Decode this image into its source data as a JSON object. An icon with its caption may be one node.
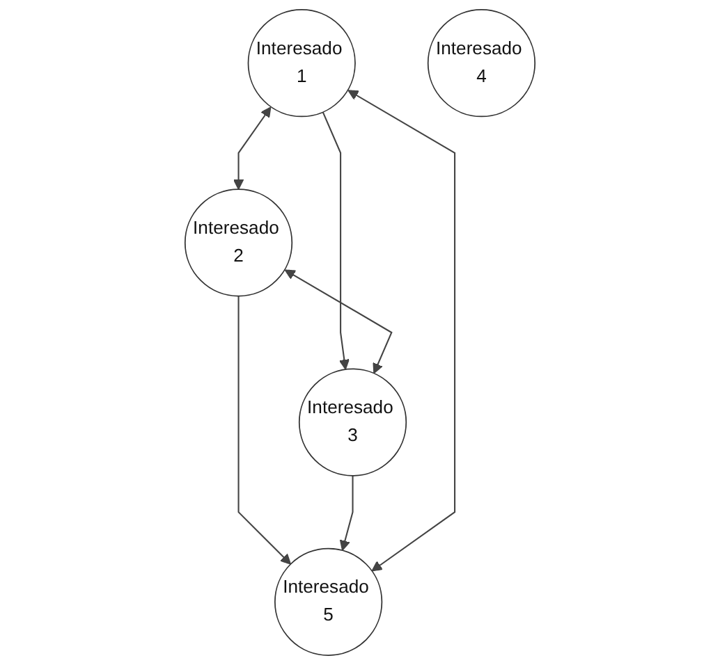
{
  "diagram": {
    "nodes": [
      {
        "text": [
          "Interesado 1"
        ]
      },
      {
        "text": [
          "Interesado 2"
        ]
      },
      {
        "text": [
          "Interesado 3"
        ]
      },
      {
        "text": [
          "Interesado 4"
        ]
      },
      {
        "text": [
          "Interesado 5"
        ]
      }
    ],
    "edges": [
      {
        "from": 0,
        "to": 1,
        "arrow": "both"
      },
      {
        "from": 0,
        "to": 2,
        "arrow": "to"
      },
      {
        "from": 1,
        "to": 2,
        "arrow": "both"
      },
      {
        "from": 1,
        "to": 4,
        "arrow": "to"
      },
      {
        "from": 2,
        "to": 4,
        "arrow": "to"
      },
      {
        "from": 0,
        "to": 4,
        "arrow": "both"
      }
    ]
  }
}
